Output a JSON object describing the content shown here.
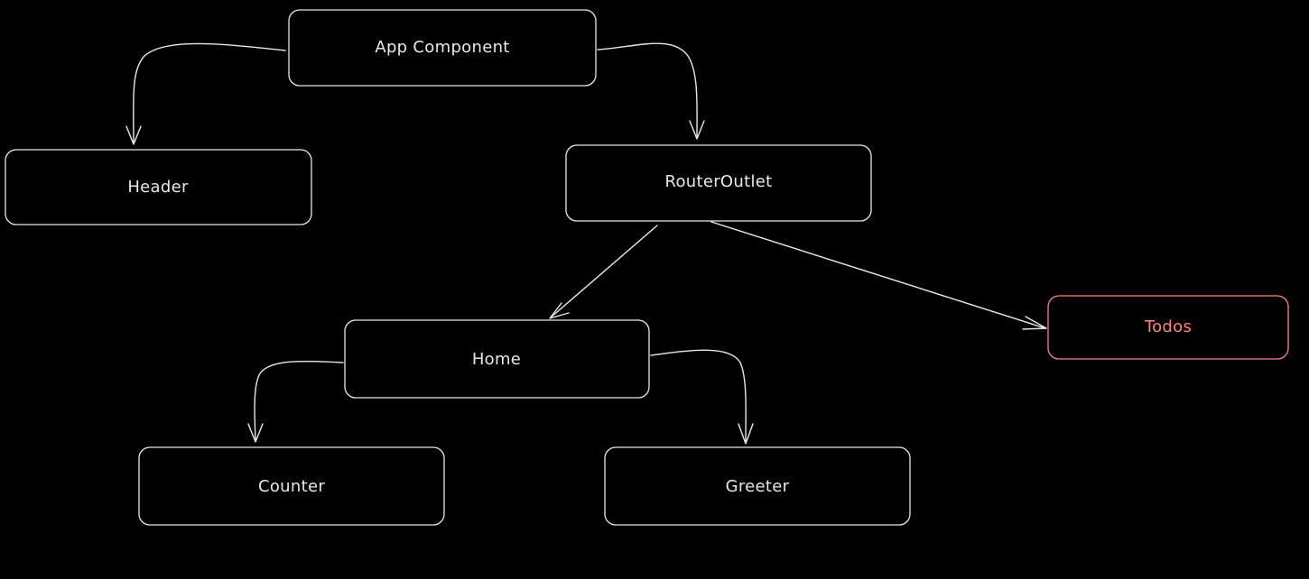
{
  "diagram": {
    "background_color": "#000000",
    "stroke_color": "#e8e8e8",
    "accent_color": "#ff8383",
    "nodes": {
      "app_component": {
        "label": "App Component"
      },
      "header": {
        "label": "Header"
      },
      "router_outlet": {
        "label": "RouterOutlet"
      },
      "home": {
        "label": "Home"
      },
      "todos": {
        "label": "Todos"
      },
      "counter": {
        "label": "Counter"
      },
      "greeter": {
        "label": "Greeter"
      }
    },
    "edges": [
      {
        "from": "App Component",
        "to": "Header"
      },
      {
        "from": "App Component",
        "to": "RouterOutlet"
      },
      {
        "from": "RouterOutlet",
        "to": "Home"
      },
      {
        "from": "RouterOutlet",
        "to": "Todos"
      },
      {
        "from": "Home",
        "to": "Counter"
      },
      {
        "from": "Home",
        "to": "Greeter"
      }
    ]
  }
}
